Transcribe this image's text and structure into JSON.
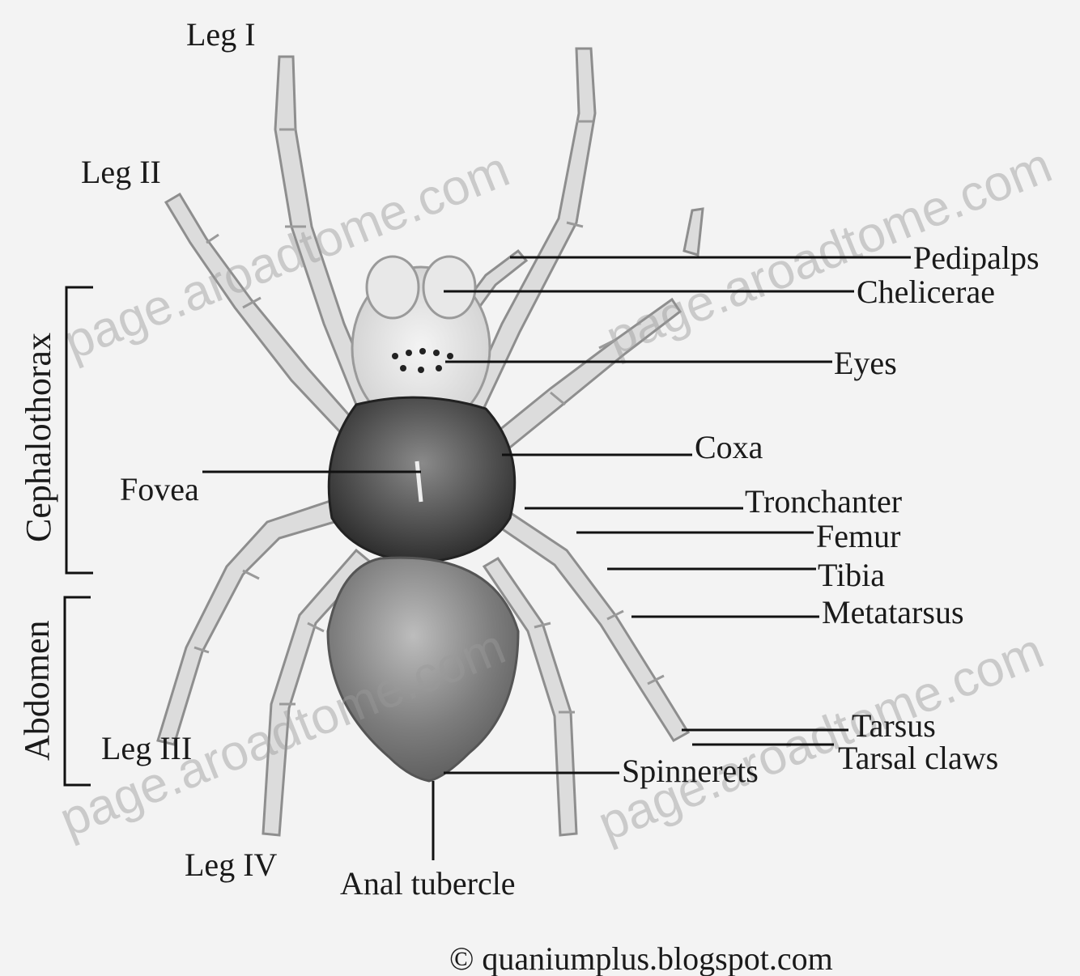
{
  "labels": {
    "leg_i": "Leg I",
    "leg_ii": "Leg II",
    "leg_iii": "Leg III",
    "leg_iv": "Leg IV",
    "pedipalps": "Pedipalps",
    "chelicerae": "Chelicerae",
    "eyes": "Eyes",
    "coxa": "Coxa",
    "fovea": "Fovea",
    "tronchanter": "Tronchanter",
    "femur": "Femur",
    "tibia": "Tibia",
    "metatarsus": "Metatarsus",
    "tarsus": "Tarsus",
    "tarsal_claws": "Tarsal claws",
    "spinnerets": "Spinnerets",
    "anal_tubercle": "Anal tubercle",
    "cephalothorax": "Cephalothorax",
    "abdomen": "Abdomen"
  },
  "watermarks": {
    "text": "page.aroadtome.com"
  },
  "credit": "© quaniumplus.blogspot.com"
}
